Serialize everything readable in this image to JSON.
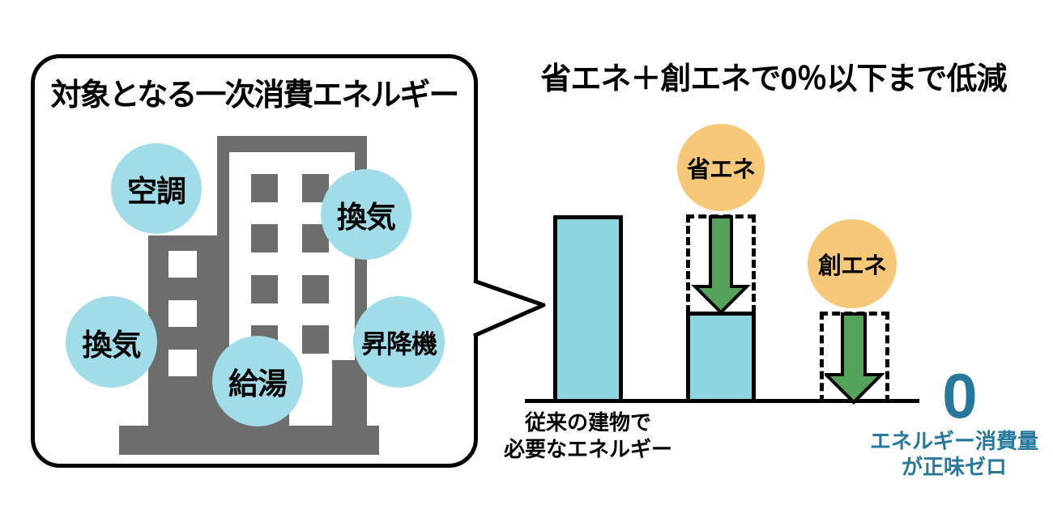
{
  "left_panel": {
    "title": "対象となる一次消費エネルギー",
    "circles": [
      {
        "label": "空調"
      },
      {
        "label": "換気"
      },
      {
        "label": "換気"
      },
      {
        "label": "給湯"
      },
      {
        "label": "昇降機"
      }
    ]
  },
  "right_panel": {
    "title": "省エネ＋創エネで0％以下まで低減",
    "save_badge": "省エネ",
    "create_badge": "創エネ",
    "conventional_label": [
      "従来の建物で",
      "必要なエネルギー"
    ],
    "zero": "0",
    "zero_caption": [
      "エネルギー消費量",
      "が正味ゼロ"
    ]
  },
  "colors": {
    "light_blue": "#a0dde9",
    "bar_blue": "#8ed5e2",
    "gray": "#6d6d6d",
    "orange": "#f6c878",
    "green": "#53a45a",
    "teal": "#26799c"
  },
  "chart_data": {
    "type": "bar",
    "title": "省エネ＋創エネで0％以下まで低減",
    "categories": [
      "従来の建物で必要なエネルギー",
      "省エネ",
      "創エネ"
    ],
    "values": [
      100,
      48,
      0
    ],
    "ylim": [
      0,
      100
    ],
    "grid": false,
    "legend": false,
    "annotations": [
      "省エネ",
      "創エネ",
      "0",
      "エネルギー消費量が正味ゼロ"
    ]
  }
}
